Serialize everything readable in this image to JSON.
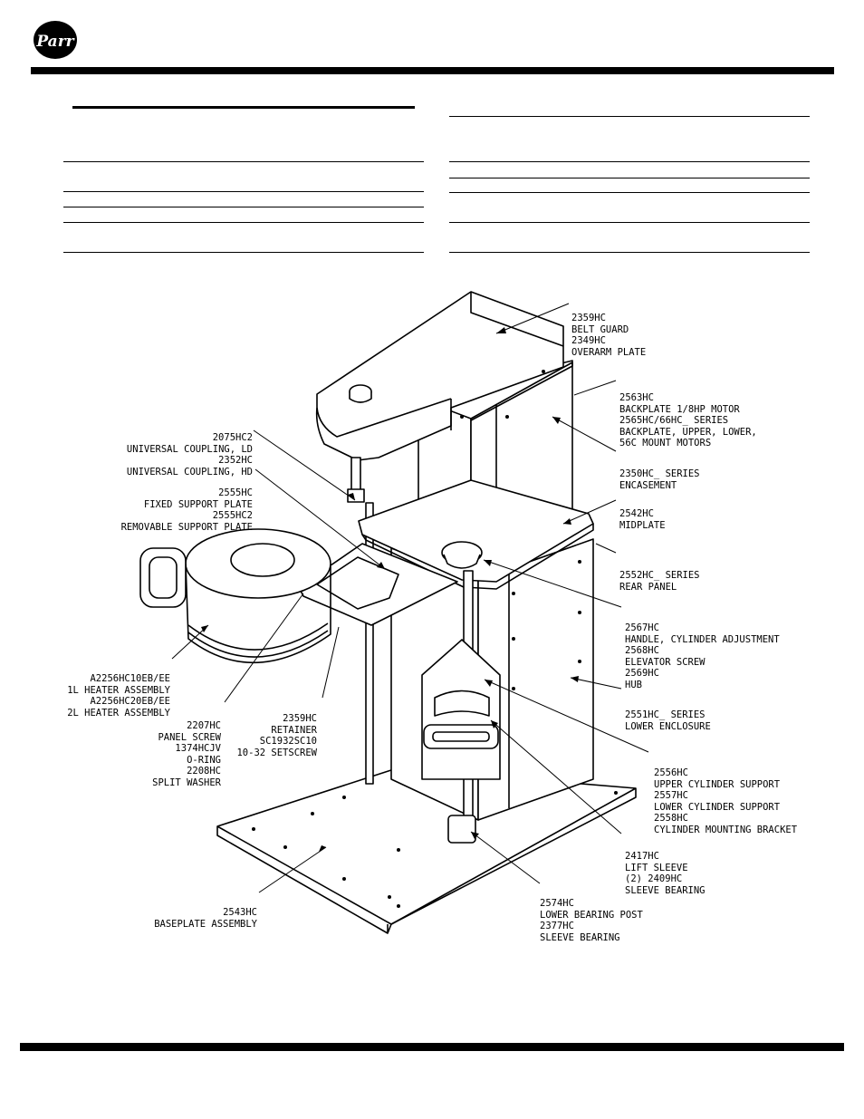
{
  "header": {
    "logo_text": "Parr"
  },
  "callouts": {
    "belt_guard": [
      "2359HC",
      "BELT GUARD",
      "2349HC",
      "OVERARM PLATE"
    ],
    "backplate": [
      "2563HC",
      "BACKPLATE 1/8HP MOTOR",
      "2565HC/66HC_ SERIES",
      "BACKPLATE, UPPER, LOWER,",
      "56C MOUNT MOTORS"
    ],
    "encasement": [
      "2350HC_ SERIES",
      "ENCASEMENT"
    ],
    "midplate": [
      "2542HC",
      "MIDPLATE"
    ],
    "rear_panel": [
      "2552HC_ SERIES",
      "REAR PANEL"
    ],
    "handle": [
      "2567HC",
      "HANDLE, CYLINDER ADJUSTMENT",
      "2568HC",
      "ELEVATOR SCREW",
      "2569HC",
      "HUB"
    ],
    "lower_enclosure": [
      "2551HC_ SERIES",
      "LOWER ENCLOSURE"
    ],
    "cylinder_support": [
      "2556HC",
      "UPPER CYLINDER SUPPORT",
      "2557HC",
      "LOWER CYLINDER SUPPORT",
      "2558HC",
      "CYLINDER MOUNTING BRACKET"
    ],
    "lift_sleeve": [
      "2417HC",
      "LIFT SLEEVE",
      "(2) 2409HC",
      "SLEEVE BEARING"
    ],
    "bearing_post": [
      "2574HC",
      "LOWER BEARING POST",
      "2377HC",
      "SLEEVE BEARING"
    ],
    "baseplate": [
      "2543HC",
      "BASEPLATE ASSEMBLY"
    ],
    "coupling": [
      "2075HC2",
      "UNIVERSAL COUPLING, LD",
      "2352HC",
      "UNIVERSAL COUPLING, HD"
    ],
    "support_plate": [
      "2555HC",
      "FIXED SUPPORT PLATE",
      "2555HC2",
      "REMOVABLE SUPPORT PLATE"
    ],
    "heater": [
      "A2256HC10EB/EE",
      "1L HEATER ASSEMBLY",
      "A2256HC20EB/EE",
      "2L HEATER ASSEMBLY"
    ],
    "panel_screw": [
      "2207HC",
      "PANEL SCREW",
      "1374HCJV",
      "O-RING",
      "2208HC",
      "SPLIT WASHER"
    ],
    "retainer": [
      "2359HC",
      "RETAINER",
      "SC1932SC10",
      "10-32 SETSCREW"
    ]
  }
}
